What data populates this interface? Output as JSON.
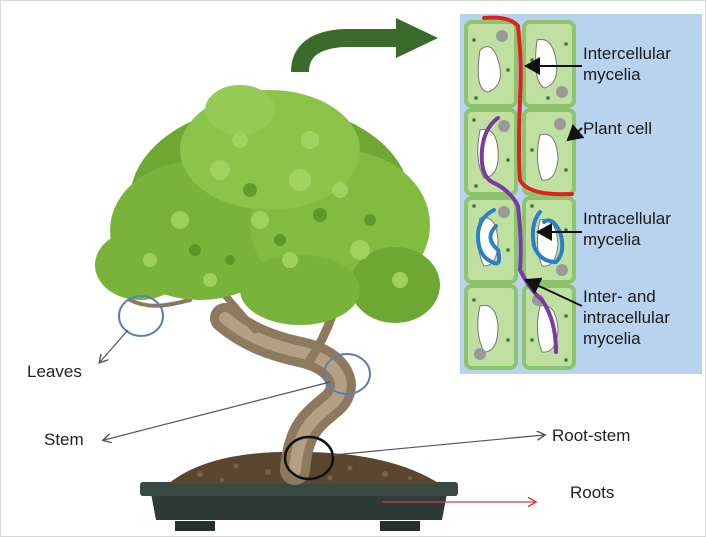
{
  "tree_labels": {
    "leaves": "Leaves",
    "stem": "Stem",
    "root_stem": "Root-stem",
    "roots": "Roots"
  },
  "inset_labels": {
    "intercellular": "Intercellular\nmycelia",
    "plant_cell": "Plant cell",
    "intracellular": "Intracellular\nmycelia",
    "inter_intra": "Inter- and\nintracellular\nmycelia"
  },
  "colors": {
    "inset_background": "#b9d3ee",
    "cell_fill": "#bfe0a0",
    "cell_border": "#8cc36b",
    "intercellular_hypha": "#e02020",
    "intracellular_hypha": "#2a7fc8",
    "mixed_hypha": "#7a3aa0",
    "arrow": "#3a6b2a",
    "foliage": "#79b33a",
    "pot": "#2e3a36"
  }
}
